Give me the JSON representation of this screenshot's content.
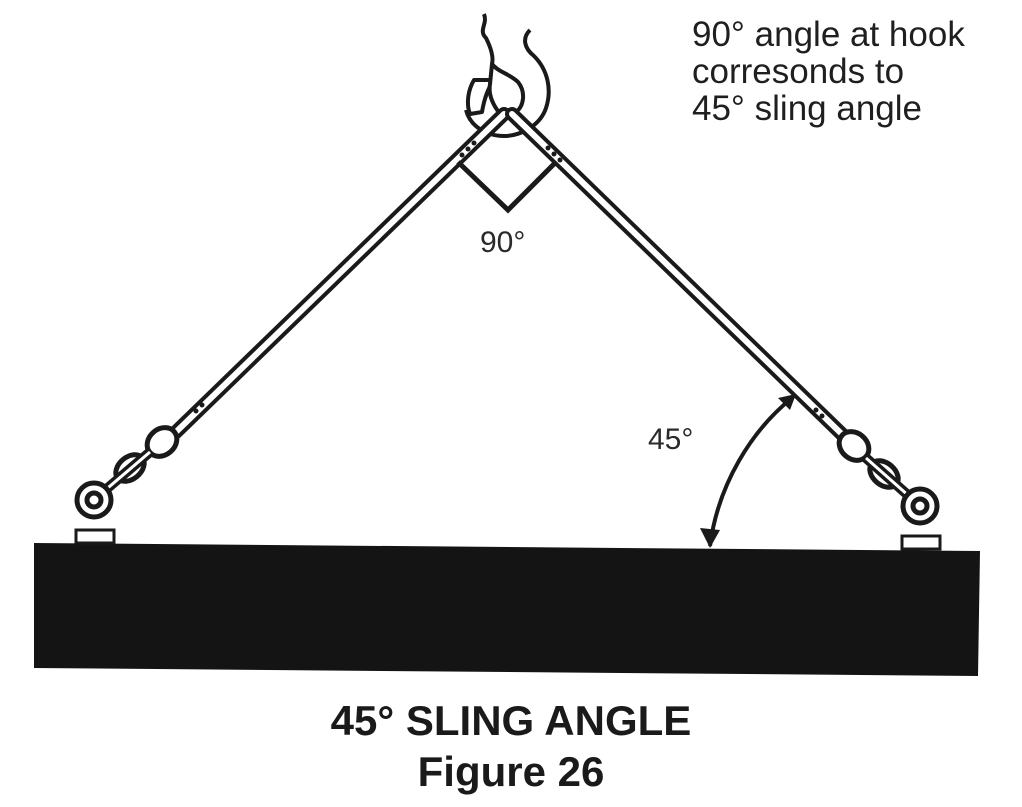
{
  "annotation": {
    "text": "90° angle at hook\ncorresonds to\n45° sling angle"
  },
  "labels": {
    "hook_angle": "90°",
    "sling_angle": "45°"
  },
  "caption": {
    "title": "45° SLING ANGLE",
    "figure": "Figure 26"
  },
  "colors": {
    "ink": "#1a1a1a",
    "load": "#141414",
    "background": "#ffffff"
  }
}
